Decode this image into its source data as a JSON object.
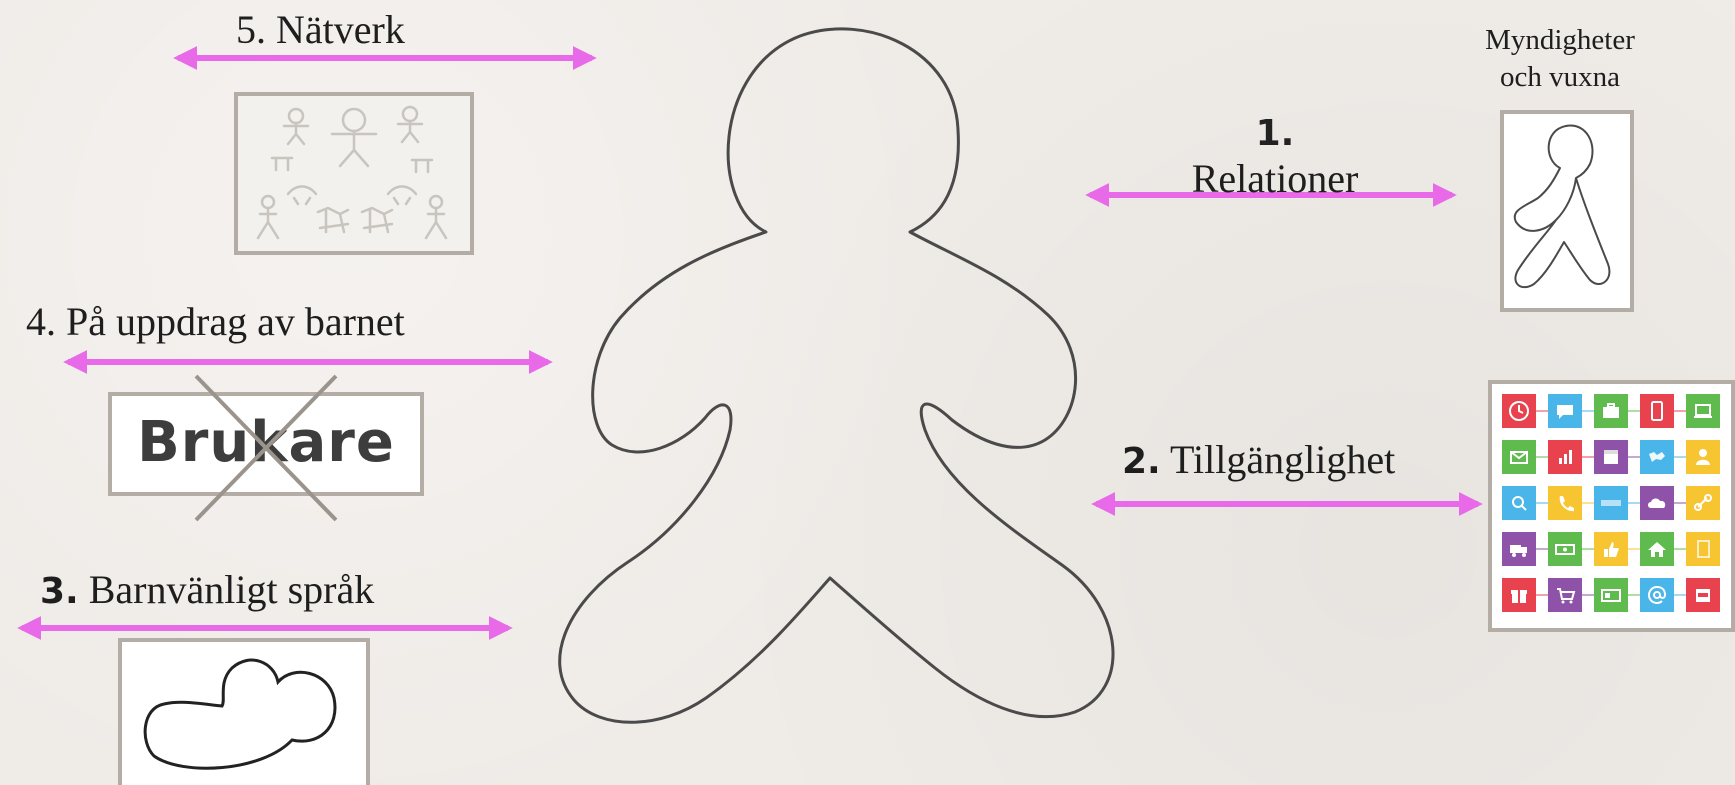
{
  "labels": {
    "natverk": "5. Nätverk",
    "pa_uppdrag": "4. På uppdrag av barnet",
    "barnvanligt_num": "3.",
    "barnvanligt_text": "Barnvänligt språk",
    "relationer_num": "1.",
    "relationer_text": "Relationer",
    "tillganglighet_num": "2.",
    "tillganglighet_text": "Tillgänglighet",
    "myndigheter_line1": "Myndigheter",
    "myndigheter_line2": "och vuxna"
  },
  "brukare": "Brukare",
  "icons": {
    "grid": [
      [
        {
          "name": "clock-icon",
          "color": "#e8424f"
        },
        {
          "name": "chat-bubble-icon",
          "color": "#49b5e8"
        },
        {
          "name": "briefcase-icon",
          "color": "#5fbb4e"
        },
        {
          "name": "smartphone-icon",
          "color": "#e8424f"
        },
        {
          "name": "laptop-icon",
          "color": "#5fbb4e"
        }
      ],
      [
        {
          "name": "mail-icon",
          "color": "#5fbb4e"
        },
        {
          "name": "bar-chart-icon",
          "color": "#e8424f"
        },
        {
          "name": "calendar-icon",
          "color": "#8e52a8"
        },
        {
          "name": "world-map-icon",
          "color": "#49b5e8"
        },
        {
          "name": "person-icon",
          "color": "#f7c531"
        }
      ],
      [
        {
          "name": "search-icon",
          "color": "#49b5e8"
        },
        {
          "name": "phone-icon",
          "color": "#f7c531"
        },
        {
          "name": "business-card-icon",
          "color": "#49b5e8"
        },
        {
          "name": "cloud-icon",
          "color": "#8e52a8"
        },
        {
          "name": "link-icon",
          "color": "#f7c531"
        }
      ],
      [
        {
          "name": "truck-icon",
          "color": "#8e52a8"
        },
        {
          "name": "money-icon",
          "color": "#5fbb4e"
        },
        {
          "name": "thumbs-up-icon",
          "color": "#f7c531"
        },
        {
          "name": "home-icon",
          "color": "#5fbb4e"
        },
        {
          "name": "document-icon",
          "color": "#f7c531"
        }
      ],
      [
        {
          "name": "gift-icon",
          "color": "#e8424f"
        },
        {
          "name": "cart-icon",
          "color": "#8e52a8"
        },
        {
          "name": "id-card-icon",
          "color": "#5fbb4e"
        },
        {
          "name": "at-sign-icon",
          "color": "#49b5e8"
        },
        {
          "name": "sale-tag-icon",
          "color": "#e8424f"
        }
      ]
    ]
  },
  "colors": {
    "arrow": "#e86ae8",
    "outline": "#4a4a4a",
    "frame_border": "#b3ada6",
    "background": "#efebe7"
  }
}
